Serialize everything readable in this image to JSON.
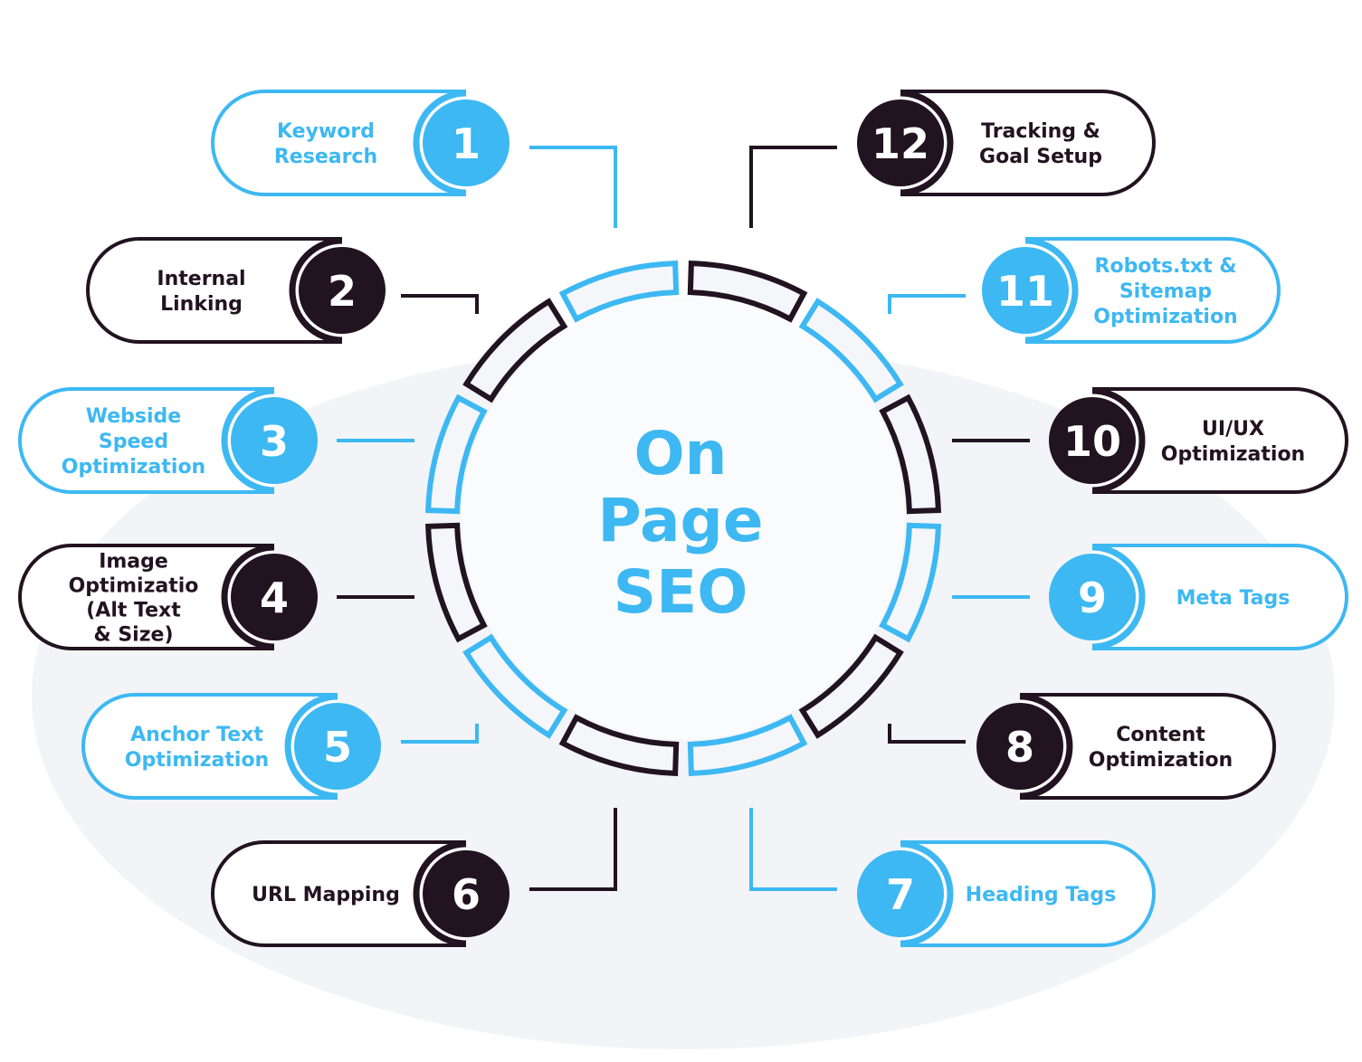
{
  "colors": {
    "blue": "#3db8f2",
    "dark": "#221321",
    "background_globe": "#f2f4f7"
  },
  "center": {
    "lines": [
      "On",
      "Page",
      "SEO"
    ]
  },
  "items": [
    {
      "number": "1",
      "lines": [
        "Keyword",
        "Research"
      ],
      "theme": "blue"
    },
    {
      "number": "2",
      "lines": [
        "Internal",
        "Linking"
      ],
      "theme": "dark"
    },
    {
      "number": "3",
      "lines": [
        "Webside",
        "Speed",
        "Optimization"
      ],
      "theme": "blue"
    },
    {
      "number": "4",
      "lines": [
        "Image",
        "Optimizatio",
        "(Alt Text",
        "& Size)"
      ],
      "theme": "dark"
    },
    {
      "number": "5",
      "lines": [
        "Anchor Text",
        "Optimization"
      ],
      "theme": "blue"
    },
    {
      "number": "6",
      "lines": [
        "URL Mapping"
      ],
      "theme": "dark"
    },
    {
      "number": "7",
      "lines": [
        "Heading Tags"
      ],
      "theme": "blue"
    },
    {
      "number": "8",
      "lines": [
        "Content",
        "Optimization"
      ],
      "theme": "dark"
    },
    {
      "number": "9",
      "lines": [
        "Meta Tags"
      ],
      "theme": "blue"
    },
    {
      "number": "10",
      "lines": [
        "UI/UX",
        "Optimization"
      ],
      "theme": "dark"
    },
    {
      "number": "11",
      "lines": [
        "Robots.txt &",
        "Sitemap",
        "Optimization"
      ],
      "theme": "blue"
    },
    {
      "number": "12",
      "lines": [
        "Tracking &",
        "Goal Setup"
      ],
      "theme": "dark"
    }
  ]
}
